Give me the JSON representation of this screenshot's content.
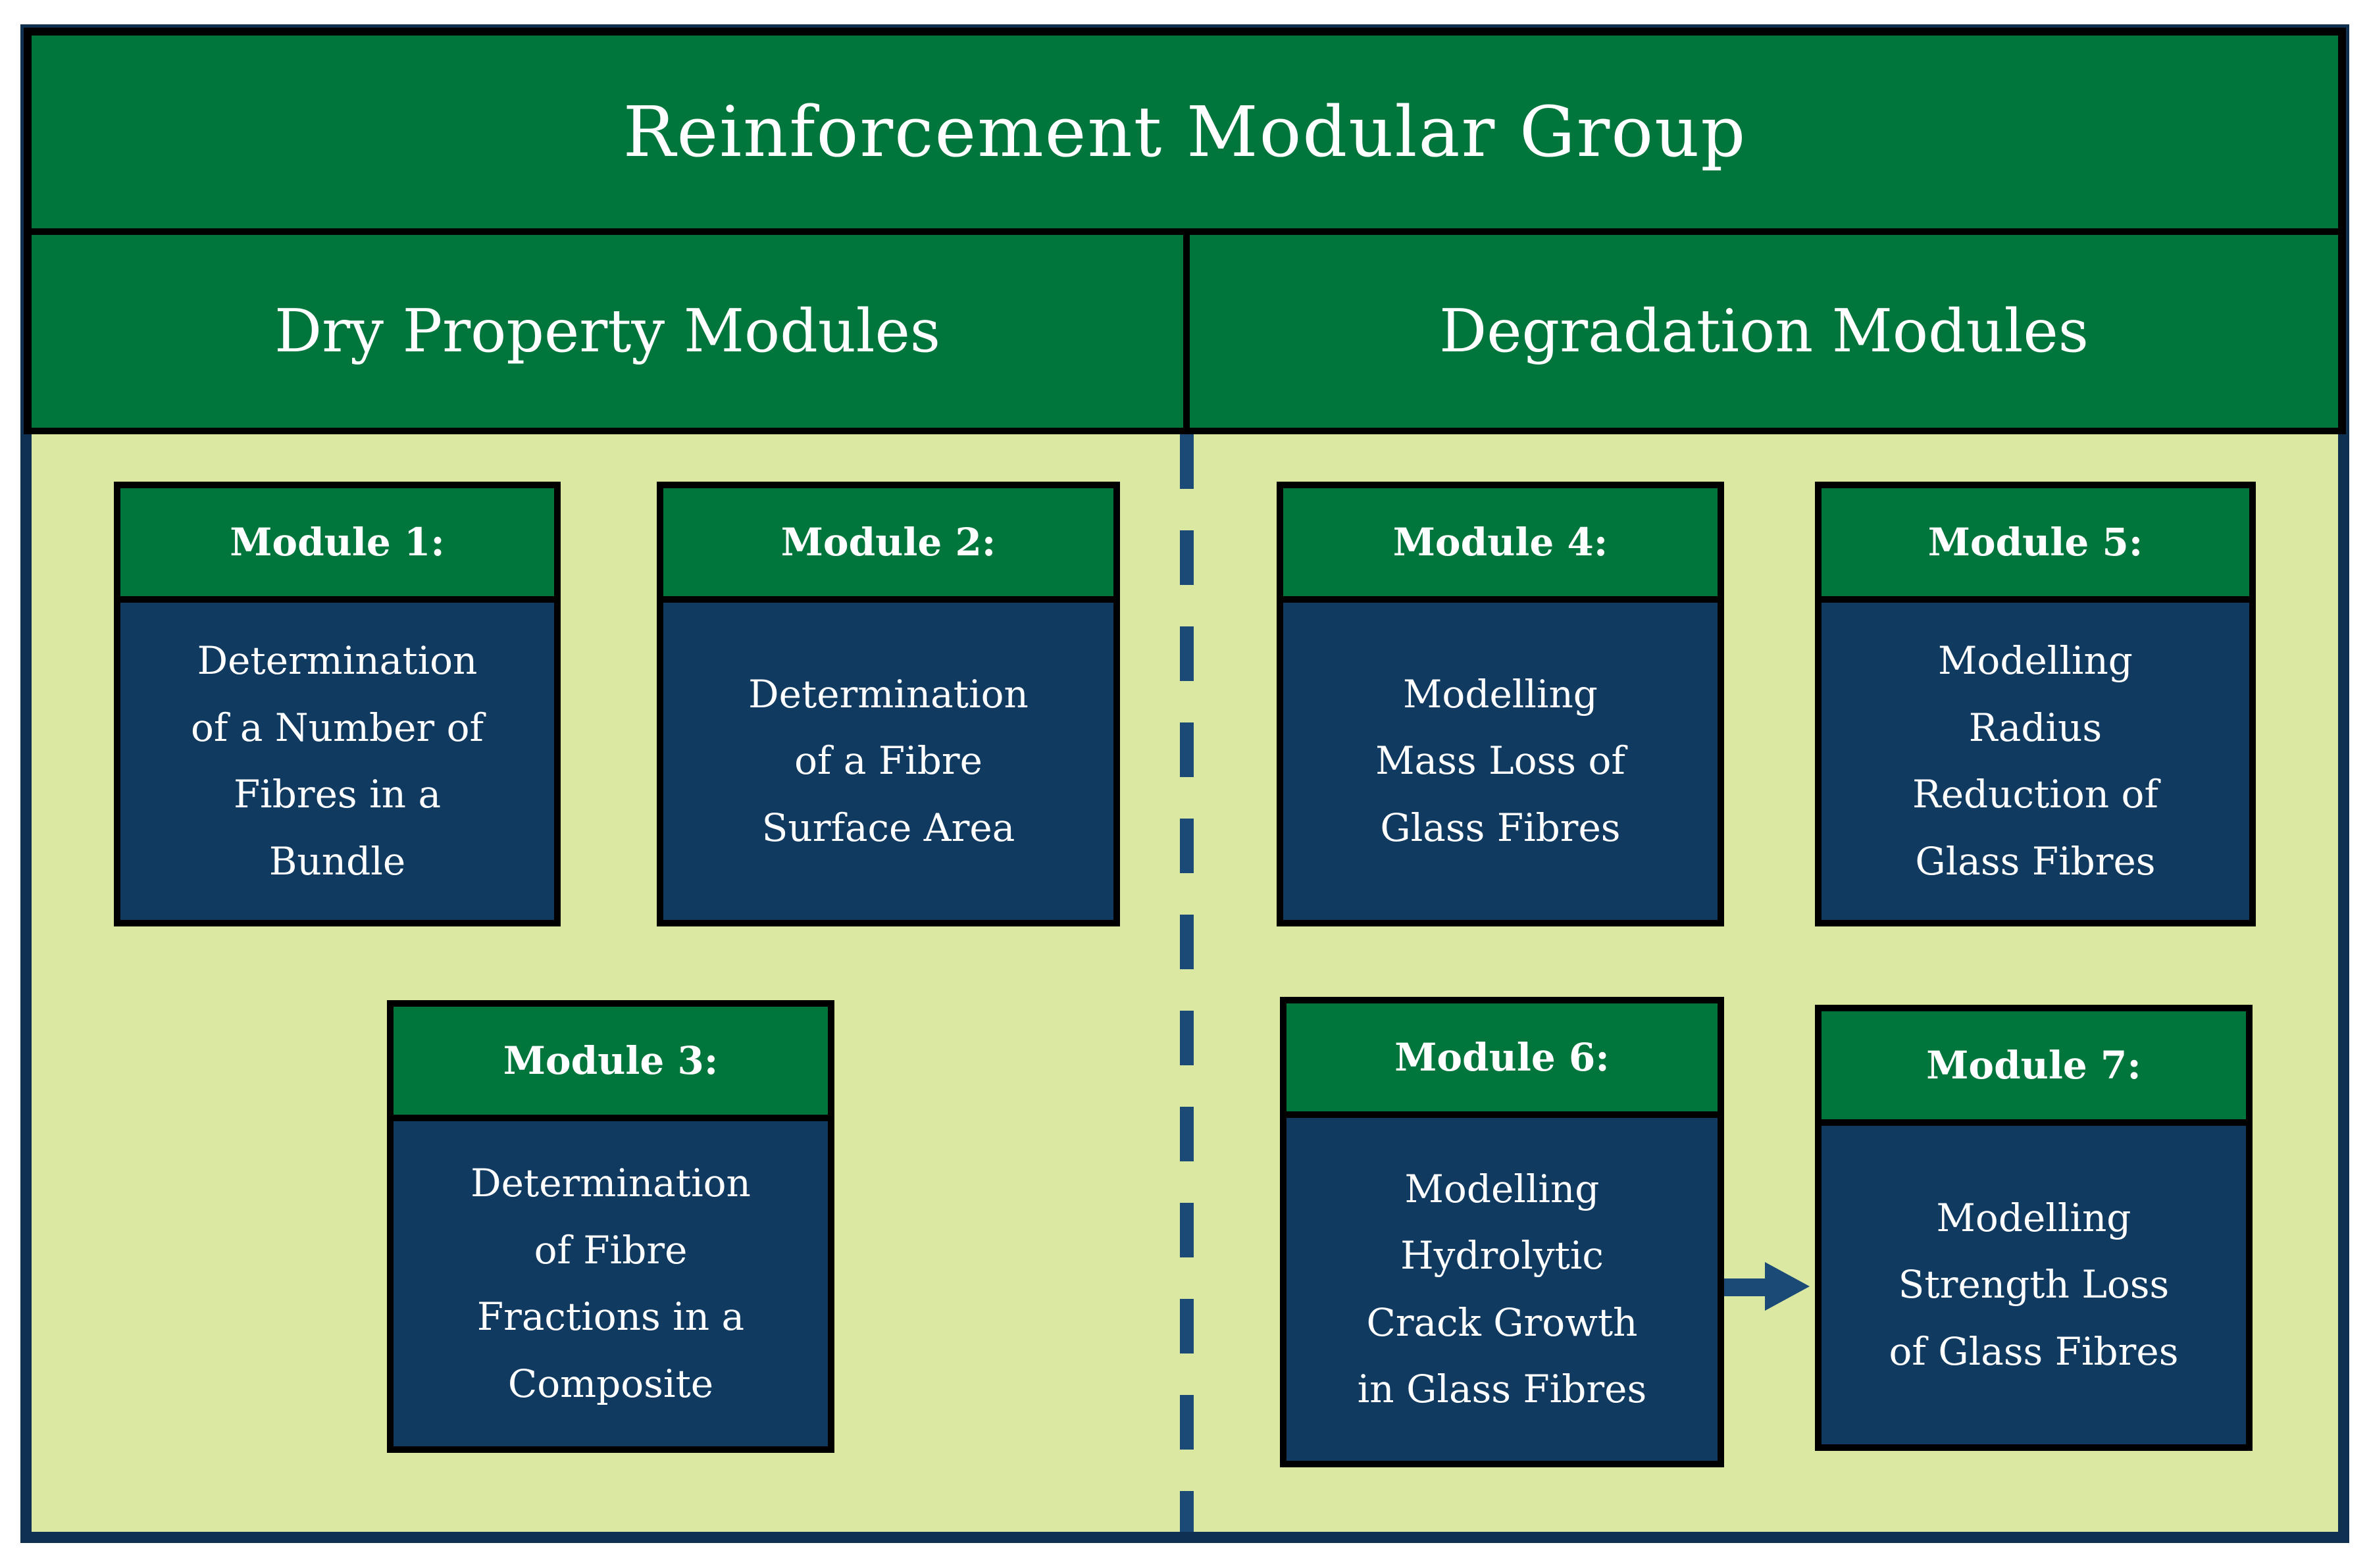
{
  "diagram": {
    "title": "Reinforcement Modular Group",
    "sections": [
      {
        "header": "Dry Property Modules"
      },
      {
        "header": "Degradation Modules"
      }
    ],
    "modules": [
      {
        "label": "Module 1:",
        "section": "Dry Property Modules",
        "body": "Determination\nof a Number of\nFibres in a\nBundle"
      },
      {
        "label": "Module 2:",
        "section": "Dry Property Modules",
        "body": "Determination\nof a Fibre\nSurface Area"
      },
      {
        "label": "Module 3:",
        "section": "Dry Property Modules",
        "body": "Determination\nof Fibre\nFractions in a\nComposite"
      },
      {
        "label": "Module 4:",
        "section": "Degradation Modules",
        "body": "Modelling\nMass Loss of\nGlass Fibres"
      },
      {
        "label": "Module 5:",
        "section": "Degradation Modules",
        "body": "Modelling\nRadius\nReduction of\nGlass Fibres"
      },
      {
        "label": "Module 6:",
        "section": "Degradation Modules",
        "body": "Modelling\nHydrolytic\nCrack Growth\nin Glass Fibres"
      },
      {
        "label": "Module 7:",
        "section": "Degradation Modules",
        "body": "Modelling\nStrength Loss\nof Glass Fibres"
      }
    ],
    "connector": {
      "type": "arrow-right",
      "from": "Module 6:",
      "to": "Module 7:"
    },
    "colors": {
      "header_green": "#00753C",
      "module_body_navy": "#113A61",
      "panel_light_green": "#DAE8A2",
      "divider_dash_navy": "#1A4A75",
      "frame_navy": "#0F3050",
      "border_black": "#000000",
      "text_white": "#FFFFFF"
    }
  }
}
